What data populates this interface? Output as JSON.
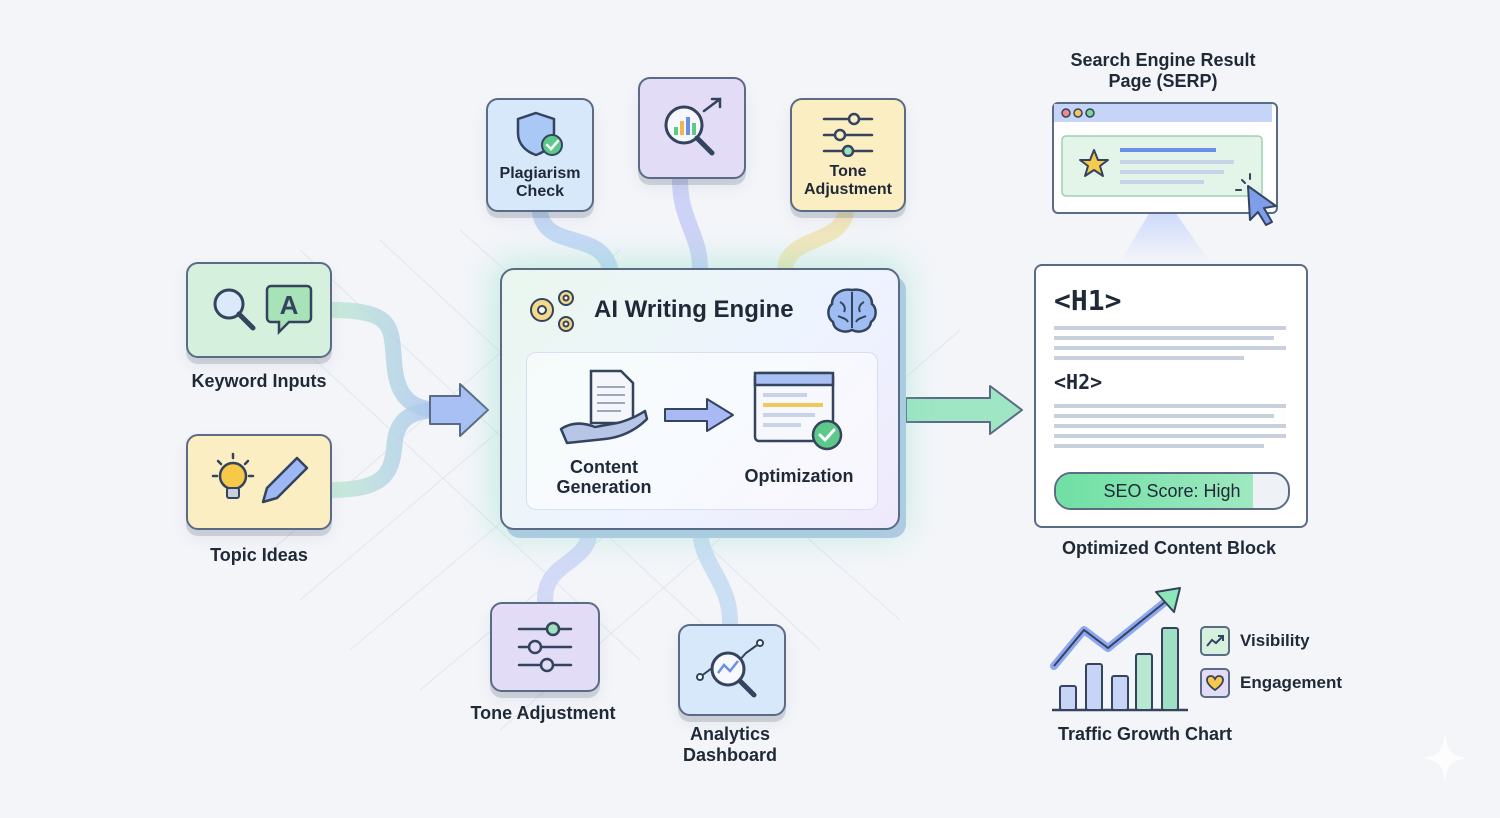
{
  "engine": {
    "title": "AI Writing Engine",
    "content_generation": "Content Generation",
    "optimization": "Optimization"
  },
  "inputs": {
    "keyword": "Keyword Inputs",
    "topic": "Topic Ideas"
  },
  "top_nodes": {
    "plagiarism": "Plagiarism Check",
    "tone": "Tone Adjustment"
  },
  "bottom_nodes": {
    "tone": "Tone Adjustment",
    "analytics": "Analytics Dashboard"
  },
  "output": {
    "serp_title": "Search Engine Result Page (SERP)",
    "h1": "<H1>",
    "h2": "<H2>",
    "seo_score": "SEO Score: High",
    "seo_level": 0.85,
    "block_label": "Optimized Content Block"
  },
  "traffic": {
    "label": "Traffic Growth Chart",
    "legend": [
      "Visibility",
      "Engagement"
    ]
  },
  "icons": [
    "gear-icon",
    "brain-icon",
    "search-icon",
    "letter-a-icon",
    "lightbulb-icon",
    "pencil-icon",
    "shield-check-icon",
    "magnifier-chart-icon",
    "sliders-icon",
    "document-hand-icon",
    "browser-check-icon",
    "star-icon",
    "cursor-icon",
    "trend-icon",
    "heart-icon"
  ],
  "colors": {
    "green": "#d7f3df",
    "yellow": "#fbeec2",
    "blue": "#d8e8fb",
    "purple": "#e2dcf7",
    "outline": "#5b6b86"
  }
}
